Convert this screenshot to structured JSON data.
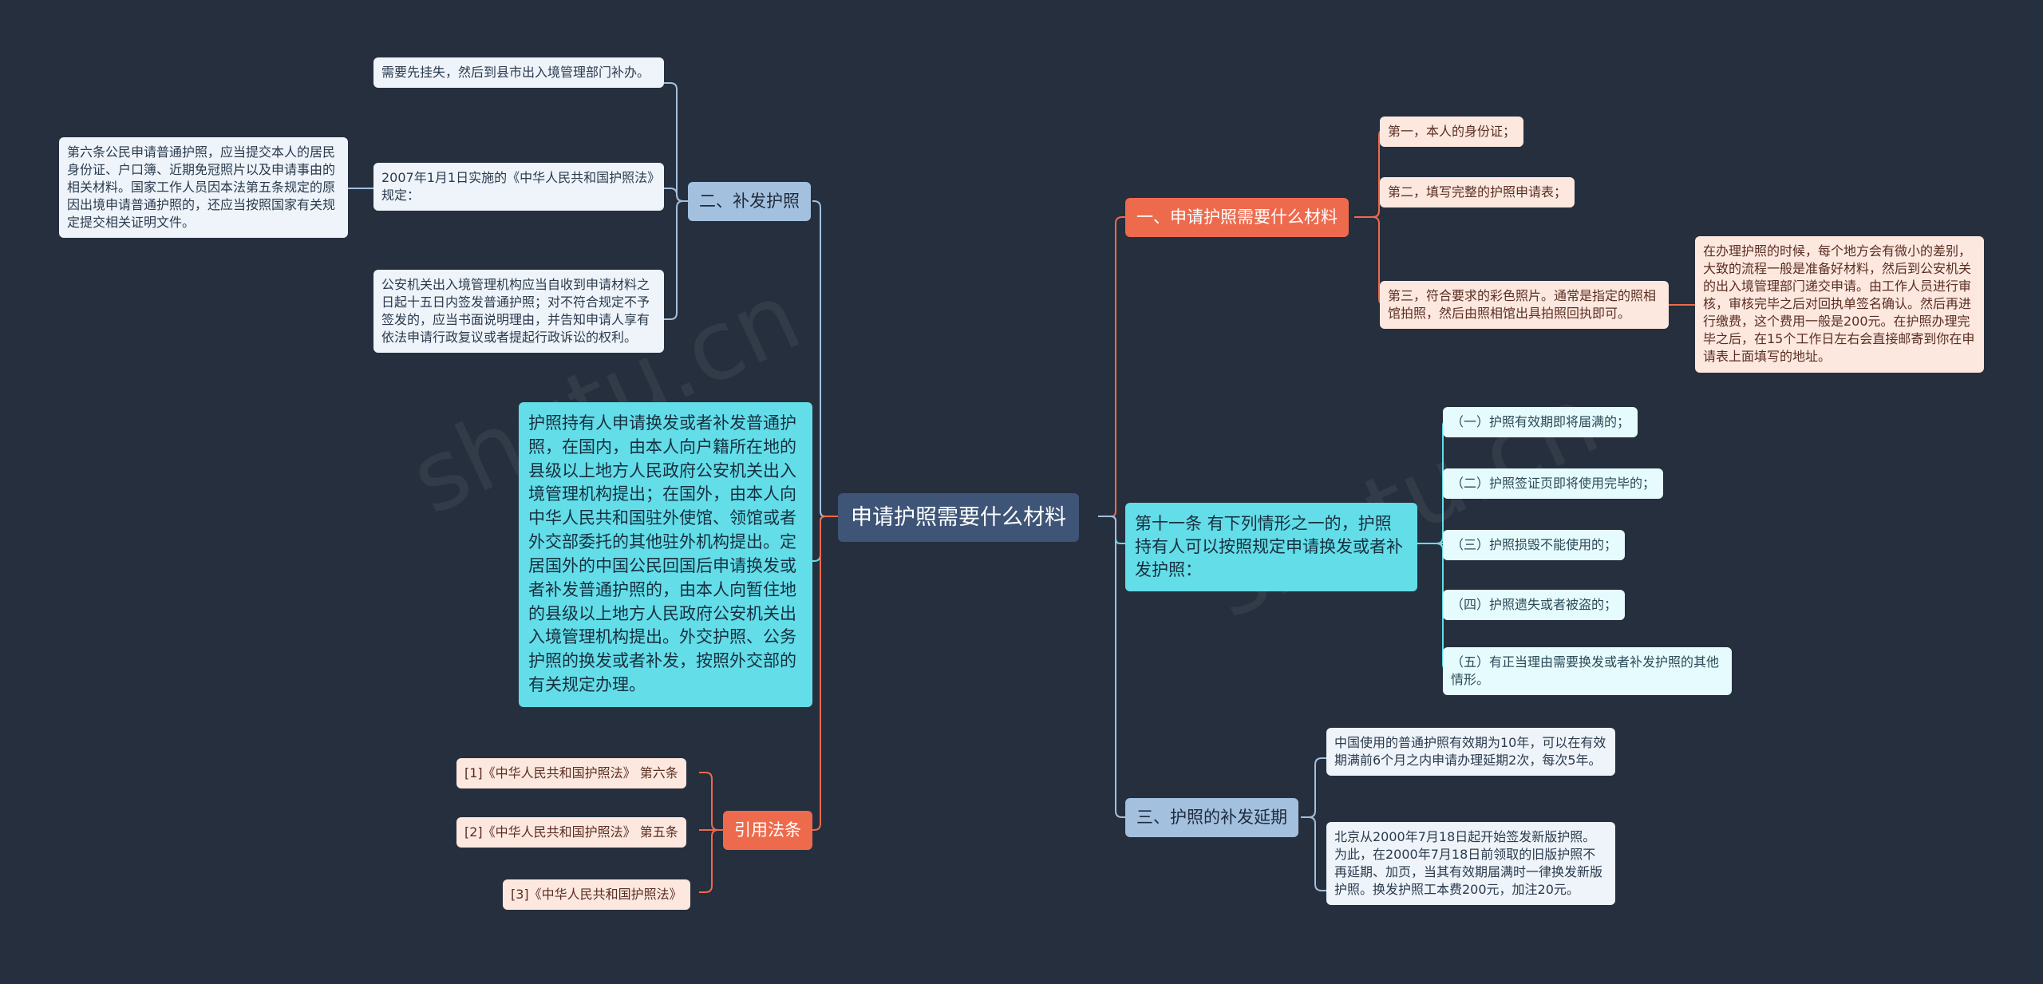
{
  "root": "申请护照需要什么材料",
  "watermark": "shutu.cn",
  "right_branches": {
    "materials": {
      "label": "一、申请护照需要什么材料",
      "items": [
        "第一，本人的身份证；",
        "第二，填写完整的护照申请表；",
        "第三，符合要求的彩色照片。通常是指定的照相馆拍照，然后由照相馆出具拍照回执即可。"
      ],
      "note": "在办理护照的时候，每个地方会有微小的差别，大致的流程一般是准备好材料，然后到公安机关的出入境管理部门递交申请。由工作人员进行审核，审核完毕之后对回执单签名确认。然后再进行缴费，这个费用一般是200元。在护照办理完毕之后，在15个工作日左右会直接邮寄到你在申请表上面填写的地址。"
    },
    "article11": {
      "label": "第十一条 有下列情形之一的，护照持有人可以按照规定申请换发或者补发护照：",
      "items": [
        "（一）护照有效期即将届满的；",
        "（二）护照签证页即将使用完毕的；",
        "（三）护照损毁不能使用的；",
        "（四）护照遗失或者被盗的；",
        "（五）有正当理由需要换发或者补发护照的其他情形。"
      ]
    },
    "extension": {
      "label": "三、护照的补发延期",
      "items": [
        "中国使用的普通护照有效期为10年，可以在有效期满前6个月之内申请办理延期2次，每次5年。",
        "北京从2000年7月18日起开始签发新版护照。为此，在2000年7月18日前领取的旧版护照不再延期、加页，当其有效期届满时一律换发新版护照。换发护照工本费200元，加注20元。"
      ]
    }
  },
  "left_branches": {
    "reissue": {
      "label": "二、补发护照",
      "items": [
        "需要先挂失，然后到县市出入境管理部门补办。",
        "2007年1月1日实施的《中华人民共和国护照法》规定：",
        "公安机关出入境管理机构应当自收到申请材料之日起十五日内签发普通护照；对不符合规定不予签发的，应当书面说明理由，并告知申请人享有依法申请行政复议或者提起行政诉讼的权利。"
      ],
      "note": "第六条公民申请普通护照，应当提交本人的居民身份证、户口簿、近期免冠照片以及申请事由的相关材料。国家工作人员因本法第五条规定的原因出境申请普通护照的，还应当按照国家有关规定提交相关证明文件。"
    },
    "overseas": {
      "text": "护照持有人申请换发或者补发普通护照，在国内，由本人向户籍所在地的县级以上地方人民政府公安机关出入境管理机构提出；在国外，由本人向中华人民共和国驻外使馆、领馆或者外交部委托的其他驻外机构提出。定居国外的中国公民回国后申请换发或者补发普通护照的，由本人向暂住地的县级以上地方人民政府公安机关出入境管理机构提出。外交护照、公务护照的换发或者补发，按照外交部的有关规定办理。"
    },
    "citations": {
      "label": "引用法条",
      "items": [
        "[1]《中华人民共和国护照法》 第六条",
        "[2]《中华人民共和国护照法》 第五条",
        "[3]《中华人民共和国护照法》"
      ]
    }
  },
  "colors": {
    "background": "#262f3d",
    "root": "#3e5577",
    "red": "#ee6a4d",
    "blue": "#a3c0de",
    "cyan": "#63dde8"
  }
}
